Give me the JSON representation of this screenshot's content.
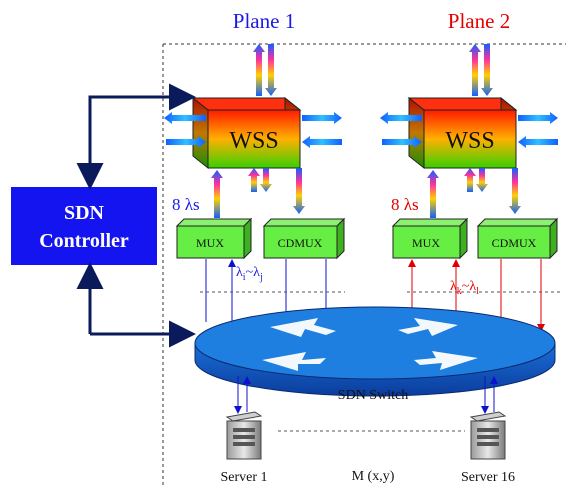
{
  "planes": [
    {
      "label": "Plane 1",
      "color": "#1a1ae6"
    },
    {
      "label": "Plane 2",
      "color": "#e60000"
    }
  ],
  "controller": {
    "line1": "SDN",
    "line2": "Controller",
    "fill": "#1414f0",
    "text_color": "#ffffff"
  },
  "wss_label": "WSS",
  "lambda_count_1": "8 λs",
  "lambda_count_2": "8 λs",
  "mux_label": "MUX",
  "cdmux_label": "CDMUX",
  "wavelength_range_1": {
    "base1": "λ",
    "sub1": "i",
    "sep": "~",
    "base2": "λ",
    "sub2": "j"
  },
  "wavelength_range_2": {
    "base1": "λ",
    "sub1": "k",
    "sep": "~",
    "base2": "λ",
    "sub2": "l"
  },
  "switch_label": "SDN Switch",
  "servers": [
    "Server 1",
    "Server 16"
  ],
  "matrix_label": "M (x,y)",
  "colors": {
    "plane1_links": "#1010d0",
    "plane2_links": "#e00000",
    "mux_green": "#66ee44",
    "switch_blue": "#1e7fe0",
    "controller_links": "#0a1a5a"
  }
}
